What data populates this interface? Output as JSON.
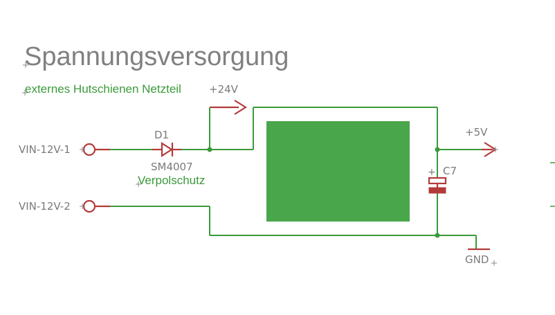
{
  "title": "Spannungsversorgung",
  "note": "externes Hutschienen Netzteil",
  "supply_label": "+24V",
  "output_label": "+5V",
  "ground_label": "GND",
  "inputs": [
    {
      "label": "VIN-12V-1"
    },
    {
      "label": "VIN-12V-2"
    }
  ],
  "diode": {
    "ref": "D1",
    "value": "SM4007",
    "function": "Verpolschutz"
  },
  "capacitor": {
    "ref": "C7",
    "polarity": "+"
  },
  "colors": {
    "wire": "#3a9a3a",
    "component": "#b33a3a",
    "module": "#4aa64a",
    "text": "#7a7a7a",
    "title": "#808080",
    "note": "#3a9a3a"
  }
}
